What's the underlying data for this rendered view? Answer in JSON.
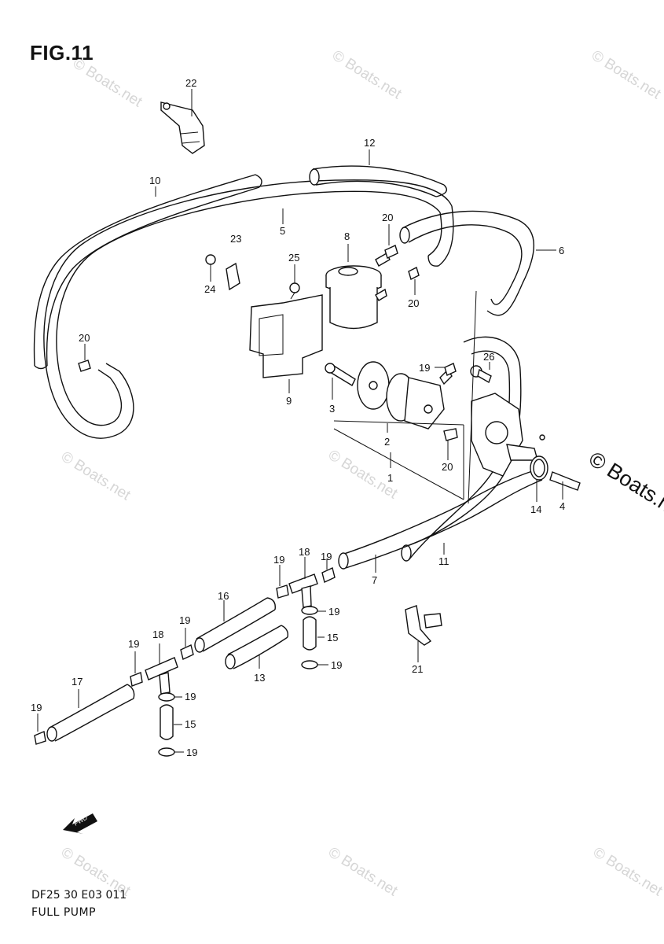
{
  "figure": {
    "title": "FIG.11",
    "code": "DF25 30 E03  011",
    "caption": "FULL PUMP",
    "watermark": "© Boats.net",
    "watermark_big": "© Boats.net"
  },
  "callouts": [
    {
      "id": "c22",
      "text": "22"
    },
    {
      "id": "c12",
      "text": "12"
    },
    {
      "id": "c10",
      "text": "10"
    },
    {
      "id": "c5",
      "text": "5"
    },
    {
      "id": "c23",
      "text": "23"
    },
    {
      "id": "c8",
      "text": "8"
    },
    {
      "id": "c20a",
      "text": "20"
    },
    {
      "id": "c6",
      "text": "6"
    },
    {
      "id": "c25",
      "text": "25"
    },
    {
      "id": "c24",
      "text": "24"
    },
    {
      "id": "c20b",
      "text": "20"
    },
    {
      "id": "c20c",
      "text": "20"
    },
    {
      "id": "c19a",
      "text": "19"
    },
    {
      "id": "c26",
      "text": "26"
    },
    {
      "id": "c9",
      "text": "9"
    },
    {
      "id": "c3",
      "text": "3"
    },
    {
      "id": "c2",
      "text": "2"
    },
    {
      "id": "c1",
      "text": "1"
    },
    {
      "id": "c20d",
      "text": "20"
    },
    {
      "id": "c14",
      "text": "14"
    },
    {
      "id": "c4",
      "text": "4"
    },
    {
      "id": "c11",
      "text": "11"
    },
    {
      "id": "c19b",
      "text": "19"
    },
    {
      "id": "c18a",
      "text": "18"
    },
    {
      "id": "c19c",
      "text": "19"
    },
    {
      "id": "c7",
      "text": "7"
    },
    {
      "id": "c16",
      "text": "16"
    },
    {
      "id": "c19d",
      "text": "19"
    },
    {
      "id": "c15a",
      "text": "15"
    },
    {
      "id": "c19e",
      "text": "19"
    },
    {
      "id": "c19f",
      "text": "19"
    },
    {
      "id": "c18b",
      "text": "18"
    },
    {
      "id": "c19g",
      "text": "19"
    },
    {
      "id": "c13",
      "text": "13"
    },
    {
      "id": "c21",
      "text": "21"
    },
    {
      "id": "c17",
      "text": "17"
    },
    {
      "id": "c19h",
      "text": "19"
    },
    {
      "id": "c19i",
      "text": "19"
    },
    {
      "id": "c15b",
      "text": "15"
    },
    {
      "id": "c19j",
      "text": "19"
    }
  ],
  "fwd_label": "FWD"
}
